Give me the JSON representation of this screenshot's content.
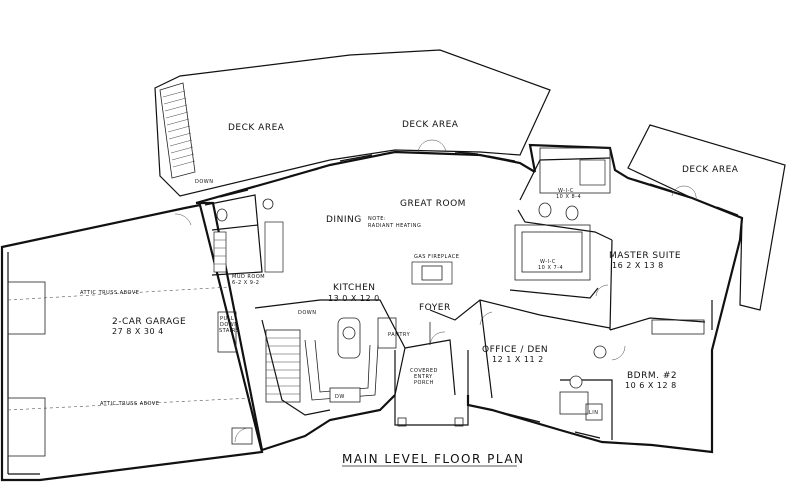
{
  "plan": {
    "title": "MAIN LEVEL FLOOR PLAN",
    "rooms": {
      "deck_left": "DECK AREA",
      "deck_center": "DECK AREA",
      "deck_right": "DECK AREA",
      "great_room": "GREAT ROOM",
      "dining": "DINING",
      "note": "NOTE:",
      "radiant": "RADIANT HEATING",
      "gas_fireplace": "GAS FIREPLACE",
      "kitchen": "KITCHEN",
      "kitchen_dim": "13 0 X 12 0",
      "foyer": "FOYER",
      "garage": "2-CAR GARAGE",
      "garage_dim": "27 8 X 30 4",
      "master": "MASTER SUITE",
      "master_dim": "16 2 X 13 8",
      "office": "OFFICE / DEN",
      "office_dim": "12 1 X 11 2",
      "bdrm2": "BDRM. #2",
      "bdrm2_dim": "10 6 X 12 8",
      "mud_room": "MUD ROOM",
      "mud_dim": "6-2 X 9-2",
      "covered_1": "COVERED",
      "covered_2": "ENTRY",
      "covered_3": "PORCH",
      "attic_above_1": "ATTIC TRUSS ABOVE",
      "attic_above_2": "ATTIC TRUSS ABOVE",
      "pull_down_1": "PULL",
      "pull_down_2": "DOWN",
      "pull_down_3": "STAIRS",
      "wic_1": "W-I-C",
      "wic_1_dim": "10 X 8-4",
      "wic_2": "W-I-C",
      "wic_2_dim": "10 X 7-4",
      "down_1": "DOWN",
      "down_2": "DOWN",
      "pantry": "PANTRY",
      "lin": "LIN",
      "dw": "DW"
    }
  }
}
